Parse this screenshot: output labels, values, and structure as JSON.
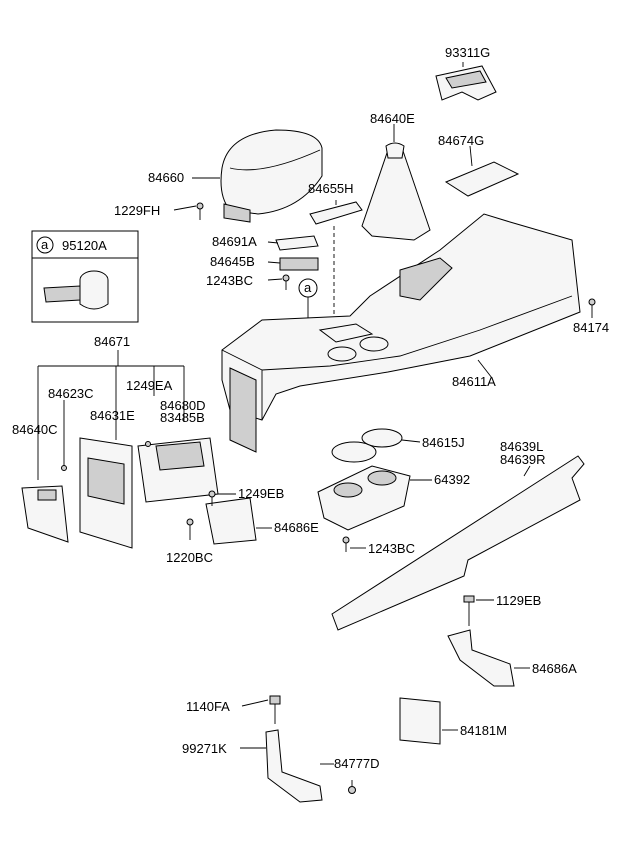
{
  "parts": {
    "p93311G": "93311G",
    "p84640E": "84640E",
    "p84674G": "84674G",
    "p84660": "84660",
    "p84655H": "84655H",
    "p1229FH": "1229FH",
    "p84691A": "84691A",
    "p84645B": "84645B",
    "p1243BC_top": "1243BC",
    "p84174": "84174",
    "p84671": "84671",
    "p84611A": "84611A",
    "p84623C": "84623C",
    "p1249EA": "1249EA",
    "p84680D": "84680D",
    "p83485B": "83485B",
    "p84631E": "84631E",
    "p84640C": "84640C",
    "p84615J": "84615J",
    "p84639L": "84639L",
    "p84639R": "84639R",
    "p64392": "64392",
    "p1249EB": "1249EB",
    "p84686E": "84686E",
    "p1220BC": "1220BC",
    "p1243BC_bot": "1243BC",
    "p1129EB": "1129EB",
    "p84686A": "84686A",
    "p1140FA": "1140FA",
    "p84181M": "84181M",
    "p99271K": "99271K",
    "p84777D": "84777D"
  },
  "callout": {
    "marker": "a",
    "part": "95120A"
  },
  "console_marker": "a"
}
